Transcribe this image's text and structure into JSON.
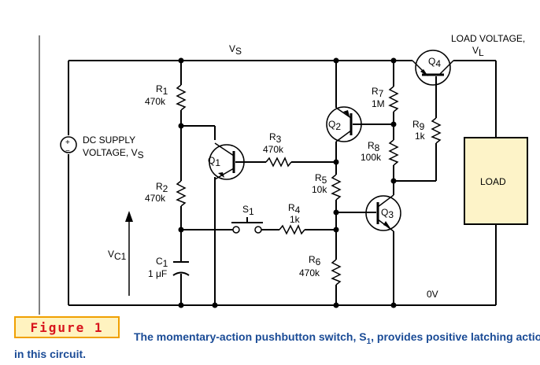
{
  "labels": {
    "load_voltage_line1": "LOAD VOLTAGE,",
    "load_voltage_line2": "V",
    "load_voltage_sub": "L",
    "vs": "V",
    "vs_sub": "S",
    "dc_supply_line1": "DC SUPPLY",
    "dc_supply_line2": "VOLTAGE, V",
    "dc_supply_sub": "S",
    "vc1": "V",
    "vc1_sub": "C1",
    "ov": "0V",
    "load": "LOAD",
    "plus": "+",
    "minus": "−"
  },
  "components": {
    "r1": {
      "name": "R",
      "sub": "1",
      "value": "470k"
    },
    "r2": {
      "name": "R",
      "sub": "2",
      "value": "470k"
    },
    "r3": {
      "name": "R",
      "sub": "3",
      "value": "470k"
    },
    "r4": {
      "name": "R",
      "sub": "4",
      "value": "1k"
    },
    "r5": {
      "name": "R",
      "sub": "5",
      "value": "10k"
    },
    "r6": {
      "name": "R",
      "sub": "6",
      "value": "470k"
    },
    "r7": {
      "name": "R",
      "sub": "7",
      "value": "1M"
    },
    "r8": {
      "name": "R",
      "sub": "8",
      "value": "100k"
    },
    "r9": {
      "name": "R",
      "sub": "9",
      "value": "1k"
    },
    "c1": {
      "name": "C",
      "sub": "1",
      "value": "1 μF"
    },
    "s1": {
      "name": "S",
      "sub": "1"
    },
    "q1": {
      "name": "Q",
      "sub": "1"
    },
    "q2": {
      "name": "Q",
      "sub": "2"
    },
    "q3": {
      "name": "Q",
      "sub": "3"
    },
    "q4": {
      "name": "Q",
      "sub": "4"
    }
  },
  "figure": {
    "label": "Figure 1",
    "caption_part1": "The momentary-action pushbutton switch, S",
    "caption_sub": "1",
    "caption_part2": ", provides positive latching action",
    "caption_line2": "in this circuit."
  },
  "colors": {
    "figure_label": "#d8141c",
    "figure_box_border": "#f0a000",
    "figure_box_fill": "#fff3c0",
    "caption": "#1a4b96",
    "load_fill": "#fdf3c8"
  }
}
